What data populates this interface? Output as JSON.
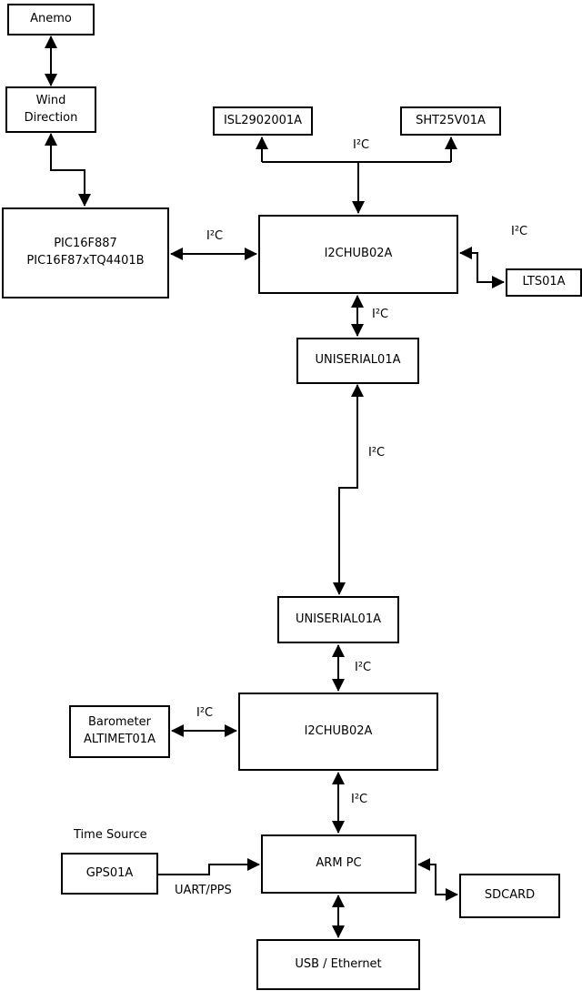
{
  "diagram": {
    "colors": {
      "background": "#ffffff",
      "line": "#000000",
      "text": "#000000",
      "node_fill": "#ffffff"
    },
    "nodes": {
      "anemo": {
        "label": "Anemo"
      },
      "wind_direction": {
        "label": "Wind\nDirection"
      },
      "pic": {
        "label": "PIC16F887\nPIC16F87xTQ4401B"
      },
      "isl": {
        "label": "ISL2902001A"
      },
      "sht": {
        "label": "SHT25V01A"
      },
      "i2chub_top": {
        "label": "I2CHUB02A"
      },
      "lts": {
        "label": "LTS01A"
      },
      "uniserial_top": {
        "label": "UNISERIAL01A"
      },
      "uniserial_bottom": {
        "label": "UNISERIAL01A"
      },
      "i2chub_bottom": {
        "label": "I2CHUB02A"
      },
      "barometer": {
        "label": "Barometer\nALTIMET01A"
      },
      "arm_pc": {
        "label": "ARM PC"
      },
      "gps": {
        "label": "GPS01A"
      },
      "sdcard": {
        "label": "SDCARD"
      },
      "usb_ethernet": {
        "label": "USB / Ethernet"
      }
    },
    "edge_labels": {
      "i2c_top_bus": "I²C",
      "i2c_pic_hub": "I²C",
      "i2c_lts": "I²C",
      "i2c_hub1_uniserial1": "I²C",
      "i2c_long_link": "I²C",
      "i2c_uniserial2_hub2": "I²C",
      "i2c_barometer_hub2": "I²C",
      "i2c_hub2_armpc": "I²C",
      "time_source": "Time Source",
      "uart_pps": "UART/PPS"
    },
    "edges": [
      {
        "from": "anemo",
        "to": "wind_direction",
        "arrows": "both",
        "label": ""
      },
      {
        "from": "wind_direction",
        "to": "pic",
        "arrows": "both",
        "label": ""
      },
      {
        "from": "pic",
        "to": "i2chub_top",
        "arrows": "both",
        "label": "I²C"
      },
      {
        "from": "i2chub_top",
        "to": "isl",
        "arrows": "both",
        "label": "I²C"
      },
      {
        "from": "i2chub_top",
        "to": "sht",
        "arrows": "both",
        "label": "I²C"
      },
      {
        "from": "i2chub_top",
        "to": "lts",
        "arrows": "both",
        "label": "I²C"
      },
      {
        "from": "i2chub_top",
        "to": "uniserial_top",
        "arrows": "both",
        "label": "I²C"
      },
      {
        "from": "uniserial_top",
        "to": "uniserial_bottom",
        "arrows": "both",
        "label": "I²C"
      },
      {
        "from": "uniserial_bottom",
        "to": "i2chub_bottom",
        "arrows": "both",
        "label": "I²C"
      },
      {
        "from": "i2chub_bottom",
        "to": "barometer",
        "arrows": "both",
        "label": "I²C"
      },
      {
        "from": "i2chub_bottom",
        "to": "arm_pc",
        "arrows": "both",
        "label": "I²C"
      },
      {
        "from": "gps",
        "to": "arm_pc",
        "arrows": "to",
        "label": "UART/PPS"
      },
      {
        "from": "arm_pc",
        "to": "sdcard",
        "arrows": "both",
        "label": ""
      },
      {
        "from": "arm_pc",
        "to": "usb_ethernet",
        "arrows": "both",
        "label": ""
      }
    ]
  }
}
